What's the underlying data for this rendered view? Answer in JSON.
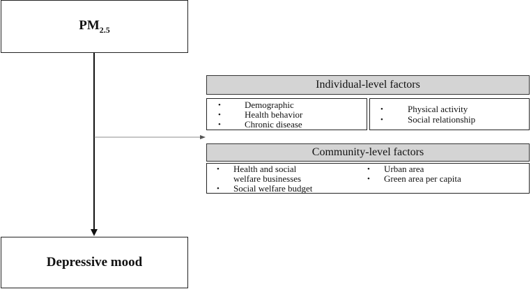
{
  "exposure": {
    "label_main": "PM",
    "label_sub": "2.5"
  },
  "outcome": {
    "label": "Depressive mood"
  },
  "individual": {
    "header": "Individual-level factors",
    "left_items": [
      "Demographic",
      "Health behavior",
      "Chronic disease"
    ],
    "right_items": [
      "Physical activity",
      "Social relationship"
    ]
  },
  "community": {
    "header": "Community-level factors",
    "left_items": [
      {
        "line1": "Health and social",
        "line2": "welfare businesses"
      },
      {
        "line1": "Social welfare budget",
        "line2": ""
      }
    ],
    "right_items": [
      "Urban area",
      "Green area per capita"
    ]
  },
  "bullet_glyph": "•"
}
